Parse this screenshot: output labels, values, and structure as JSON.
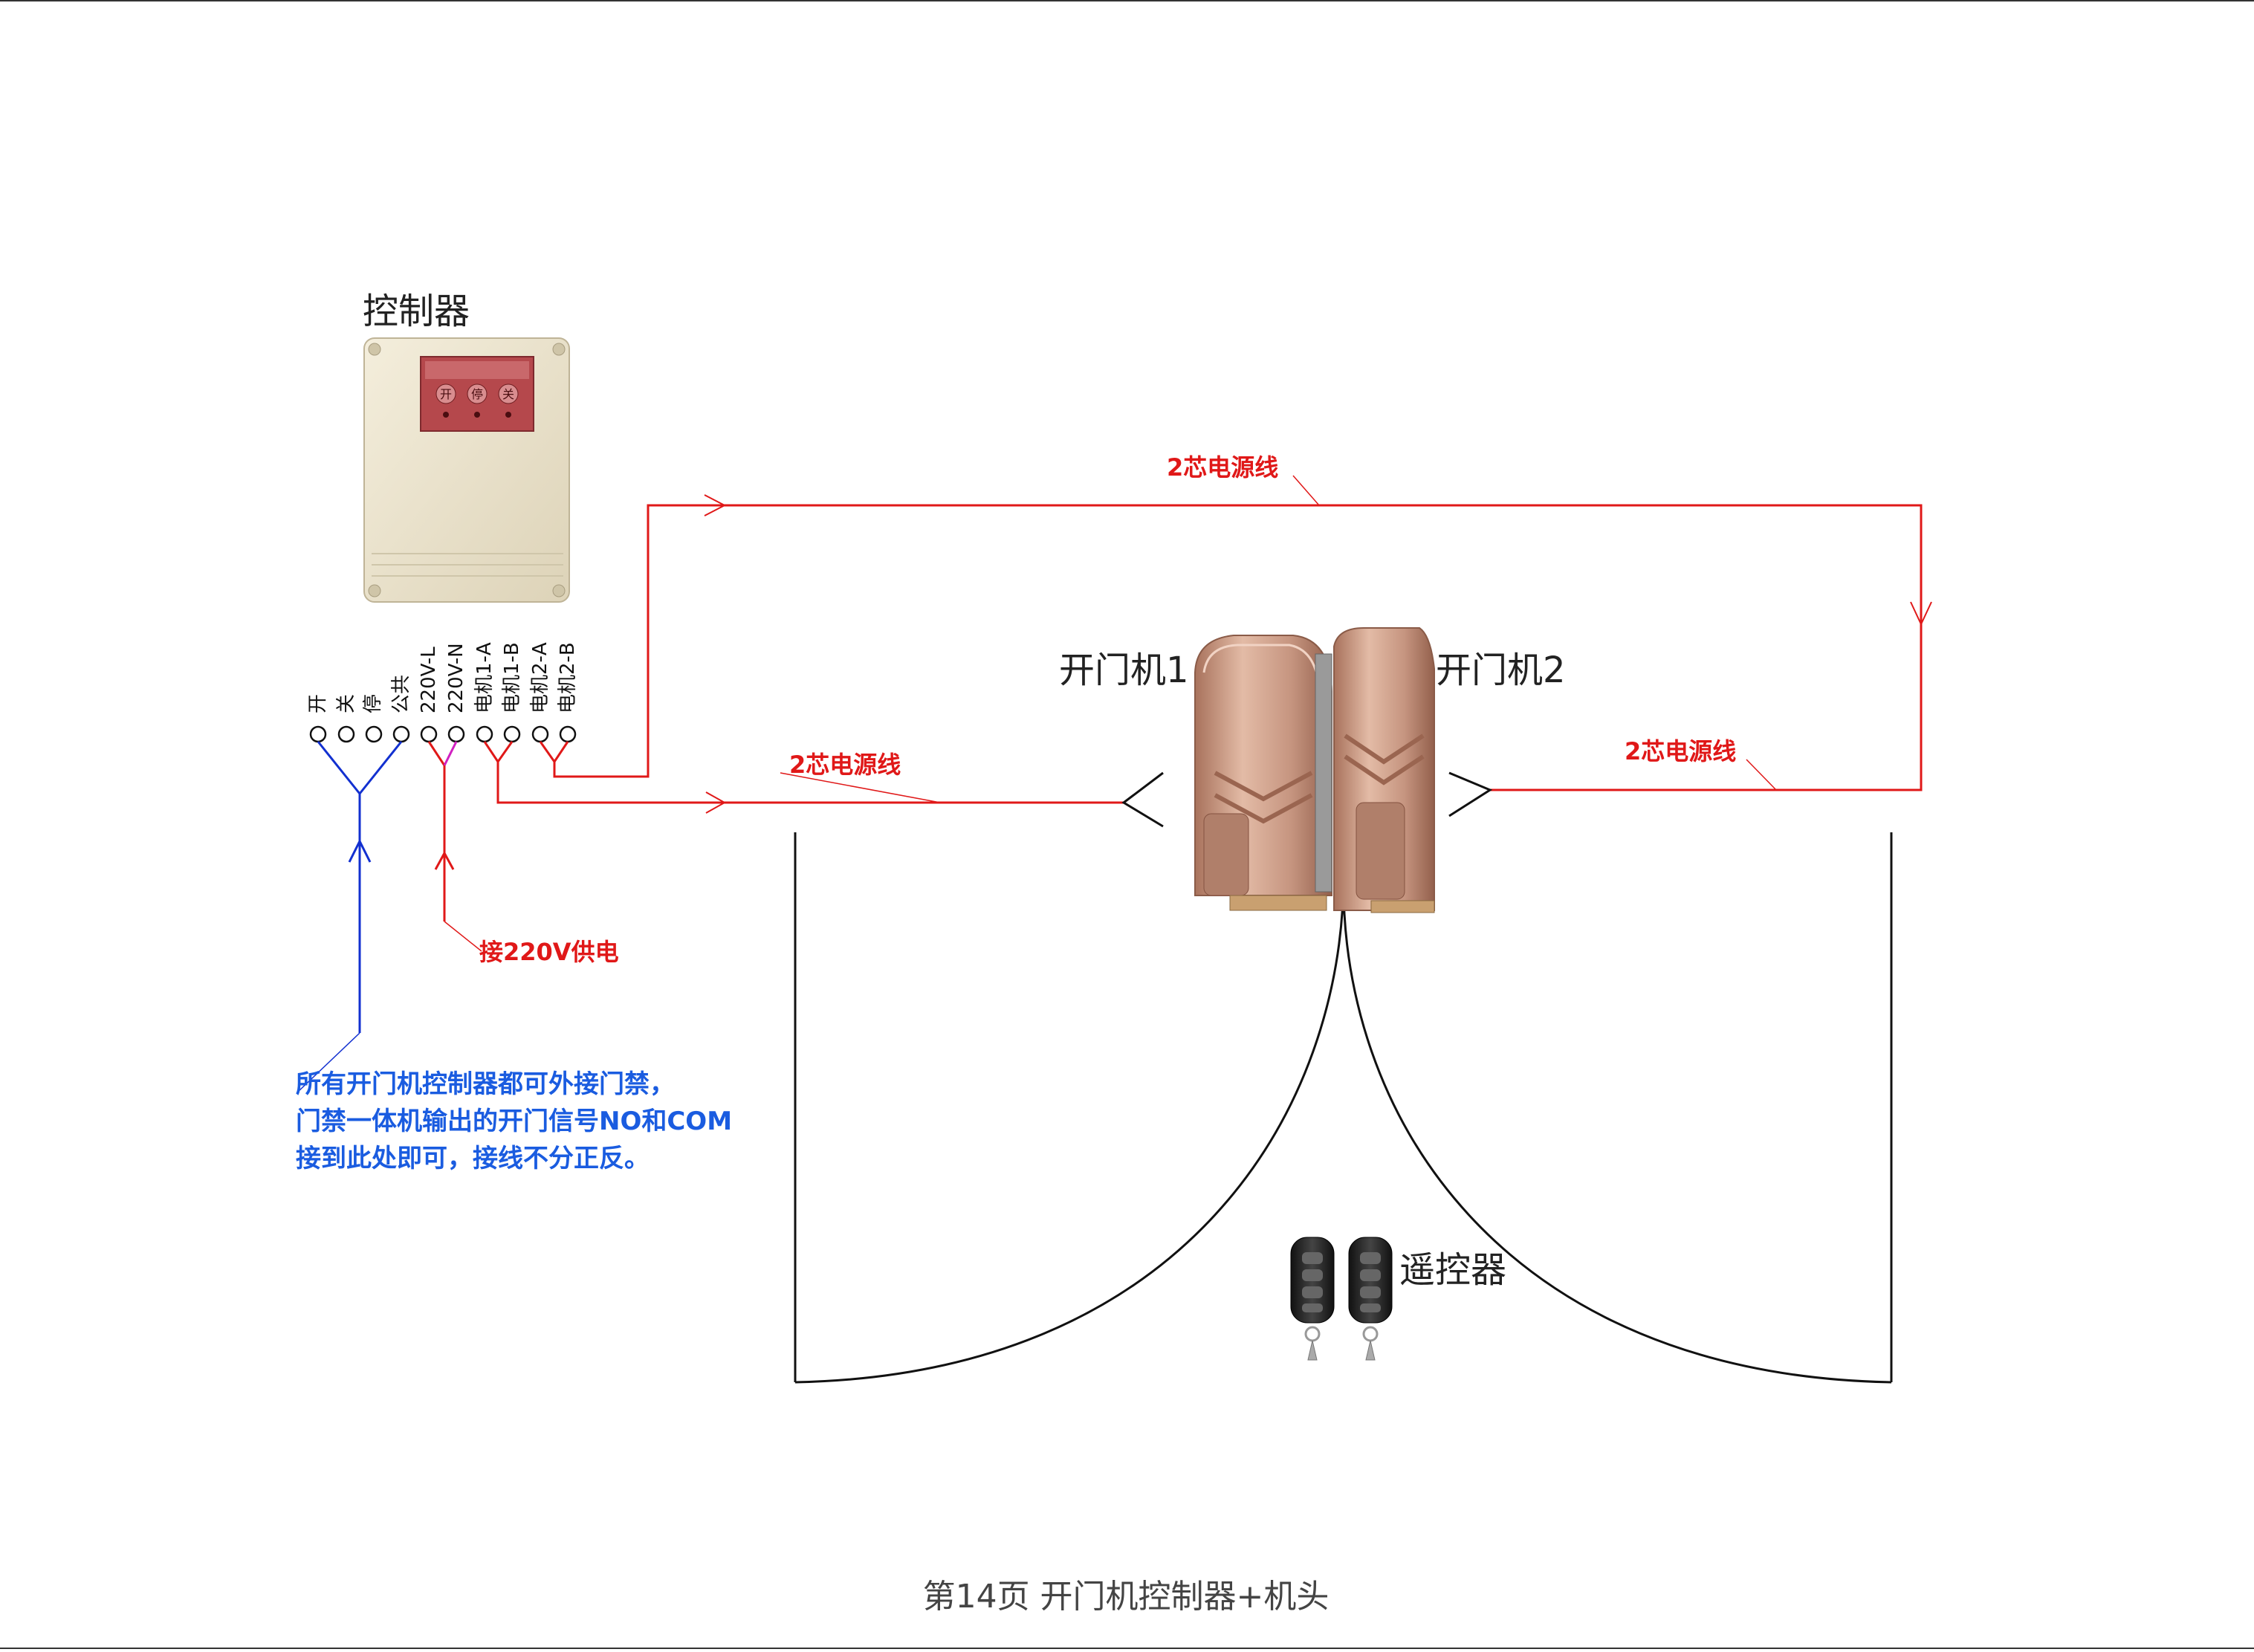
{
  "controller": {
    "title": "控制器",
    "panel_buttons": [
      "开",
      "停",
      "关"
    ],
    "terminals": [
      "开",
      "关",
      "停",
      "公共",
      "220V-L",
      "220V-N",
      "电机1-A",
      "电机1-B",
      "电机2-A",
      "电机2-B"
    ]
  },
  "cables": {
    "top": "2芯电源线",
    "left": "2芯电源线",
    "right": "2芯电源线"
  },
  "power_note": "接220V供电",
  "access_note": [
    "所有开门机控制器都可外接门禁，",
    "门禁一体机输出的开门信号NO和COM",
    "接到此处即可，接线不分正反。"
  ],
  "motors": {
    "motor1": "开门机1",
    "motor2": "开门机2"
  },
  "remote": {
    "label": "遥控器"
  },
  "footer": "第14页  开门机控制器+机头",
  "colors": {
    "wire_red": "#e01818",
    "wire_blue": "#1230d0",
    "note_blue": "#1a5ce0",
    "motor_body": "#c99a82",
    "controller_body": "#ece5cf",
    "controller_panel": "#b5484c"
  }
}
